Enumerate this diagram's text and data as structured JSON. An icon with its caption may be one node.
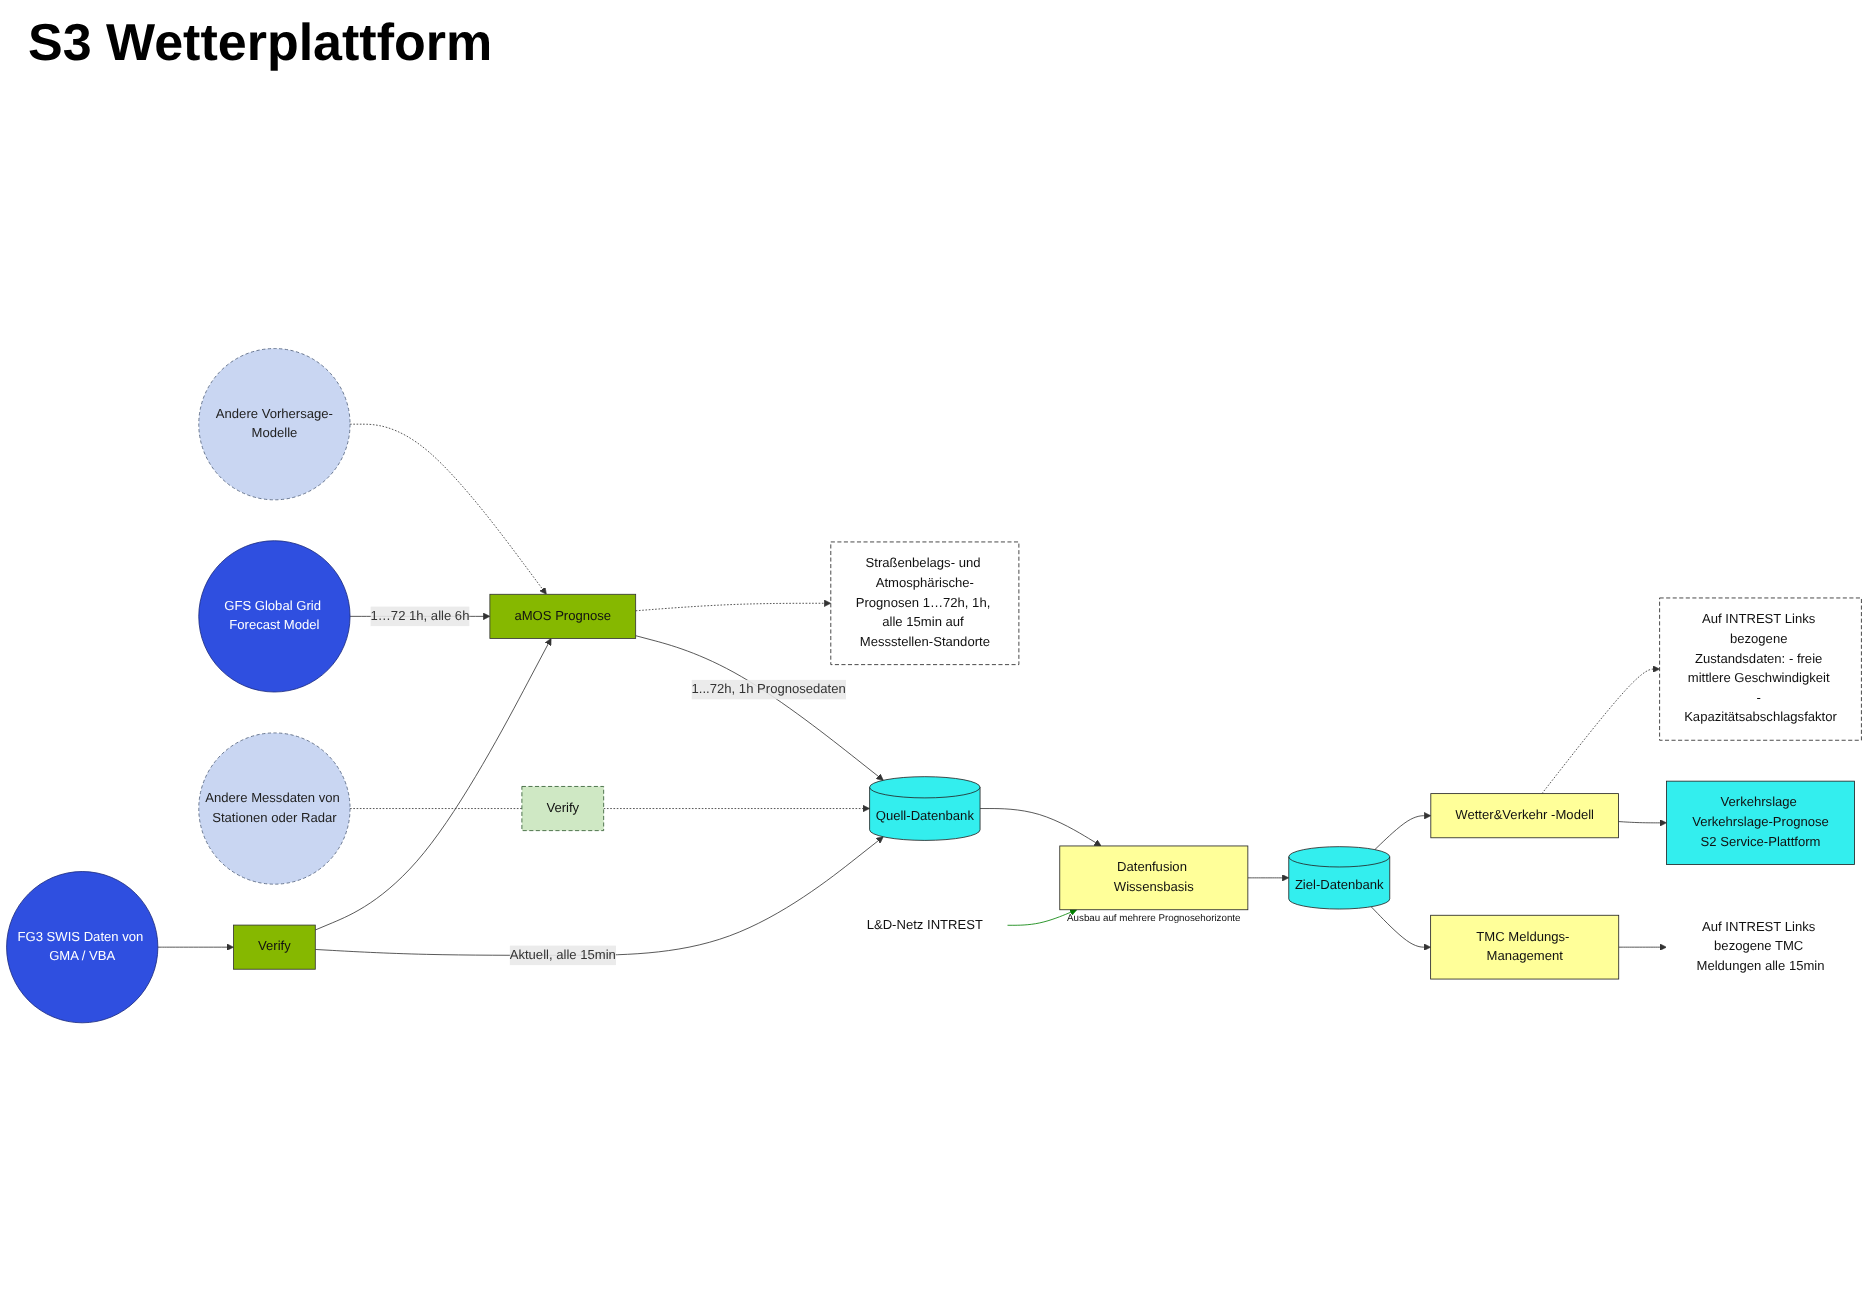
{
  "diagram": {
    "title": "S3 Wetterplattform",
    "nodes": [
      {
        "text": [
          "Andere Vorhersage-Modelle"
        ]
      },
      {
        "text": [
          "GFS Global Grid Forecast Model"
        ]
      },
      {
        "text": [
          "FG3 SWIS Daten von GMA / VBA"
        ]
      },
      {
        "text": [
          "Andere Messdaten von Stationen oder Radar"
        ]
      },
      {
        "text": [
          "aMOS Prognose"
        ]
      },
      {
        "text": [
          "Verify"
        ]
      },
      {
        "text": [
          "Verify"
        ]
      },
      {
        "text": [
          "Straßenbelags- und Atmosphärische-Prognosen 1…72h, 1h, alle 15min auf Messstellen-Standorte"
        ]
      },
      {
        "text": [
          "Quell-Datenbank"
        ]
      },
      {
        "text": [
          "Datenfusion Wissensbasis"
        ],
        "beside": [
          "Ausbau auf mehrere Prognosehorizonte"
        ]
      },
      {
        "text": [
          "Ziel-Datenbank"
        ]
      },
      {
        "text": [
          "Wetter&Verkehr -Modell"
        ]
      },
      {
        "text": [
          "TMC Meldungs- Management"
        ]
      },
      {
        "text": [
          "Auf INTREST Links bezogene Zustandsdaten: - freie mittlere Geschwindigkeit - Kapazitätsabschlagsfaktor"
        ]
      },
      {
        "text": [
          "Verkehrslage Verkehrslage-Prognose",
          "S2 Service-Plattform"
        ]
      },
      {
        "text": [
          "Auf INTREST Links bezogene TMC Meldungen alle 15min"
        ]
      },
      {
        "text": [
          "L&D-Netz INTREST"
        ]
      }
    ],
    "edges": [
      {
        "from": 0,
        "to": 4,
        "arrow": "to",
        "style": "dashed"
      },
      {
        "from": 1,
        "to": 4,
        "arrow": "to",
        "label": "1…72 1h, alle 6h"
      },
      {
        "from": 2,
        "to": 5,
        "arrow": "to"
      },
      {
        "from": 5,
        "to": 4,
        "arrow": "to"
      },
      {
        "from": 5,
        "to": 8,
        "arrow": "to",
        "label": "Aktuell, alle 15min"
      },
      {
        "from": 3,
        "to": 6,
        "arrow": "none",
        "style": "dashed"
      },
      {
        "from": 6,
        "to": 8,
        "arrow": "to",
        "style": "dashed"
      },
      {
        "from": 4,
        "to": 7,
        "arrow": "to",
        "style": "dashed"
      },
      {
        "from": 4,
        "to": 8,
        "arrow": "to",
        "label": "1...72h, 1h Prognosedaten"
      },
      {
        "from": 8,
        "to": 9,
        "arrow": "to"
      },
      {
        "from": 16,
        "to": 9,
        "arrow": "to",
        "color": "#008000"
      },
      {
        "from": 9,
        "to": 10,
        "arrow": "to"
      },
      {
        "from": 10,
        "to": 11,
        "arrow": "to"
      },
      {
        "from": 10,
        "to": 12,
        "arrow": "to"
      },
      {
        "from": 11,
        "to": 13,
        "arrow": "to",
        "style": "dashed"
      },
      {
        "from": 11,
        "to": 14,
        "arrow": "to"
      },
      {
        "from": 12,
        "to": 15,
        "arrow": "to"
      }
    ]
  }
}
